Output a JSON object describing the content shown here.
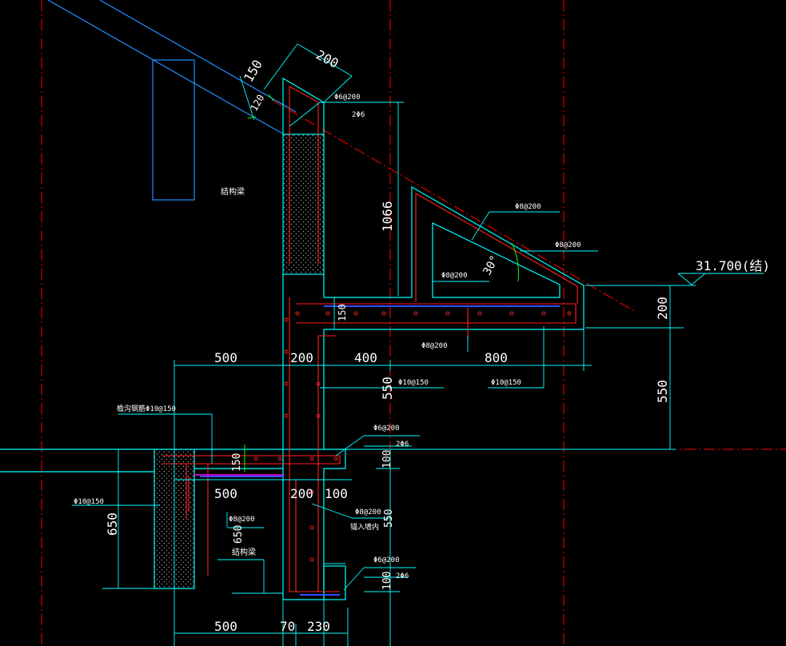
{
  "level": {
    "value": "31.700(结)"
  },
  "angle": "30°",
  "dims": {
    "top_200": "200",
    "top_150": "150",
    "top_120": "120",
    "v_1066": "1066",
    "mid_150": "150",
    "h_500_top": "500",
    "h_200_top": "200",
    "h_400": "400",
    "h_800": "800",
    "v_550_mid": "550",
    "right_200": "200",
    "right_550": "550",
    "low_150": "150",
    "h_500_mid": "500",
    "h_200_mid": "200",
    "h_100_mid": "100",
    "v_650": "650",
    "v_650b": "650",
    "v_100a": "100",
    "v_550b": "550",
    "v_100b": "100",
    "b_500": "500",
    "b_70": "70",
    "b_230": "230"
  },
  "labels": {
    "r_phi6_200_top": "Φ6@200",
    "r_2phi6_top": "2Φ6",
    "structural_beam_top": "结构梁",
    "r_phi8_200_a": "Φ8@200",
    "r_phi8_200_b": "Φ8@200",
    "r_phi8_200_c": "Φ8@200",
    "r_phi8_200_d": "Φ8@200",
    "r_phi10_150_a": "Φ10@150",
    "r_phi10_150_b": "Φ10@150",
    "eave_bar": "檐沟钢筋Φ10@150",
    "r_phi6_200_mid": "Φ6@200",
    "r_2phi6_mid": "2Φ6",
    "r_phi10_150_left": "Φ10@150",
    "r_phi8_200_e": "Φ8@200",
    "r_phi8_200_f": "Φ8@200",
    "anchor_note": "锚入墙内",
    "structural_beam_low": "结构梁",
    "r_phi6_200_bot": "Φ6@200",
    "r_2phi6_bot": "2Φ6"
  },
  "colors": {
    "background": "#000000",
    "outline": "#00ffff",
    "rebar": "#ff2020",
    "axis": "#ff0000",
    "roof": "#1e90ff",
    "dim_tick": "#00ff00",
    "hatch": "#888888",
    "text": "#ffffff"
  }
}
